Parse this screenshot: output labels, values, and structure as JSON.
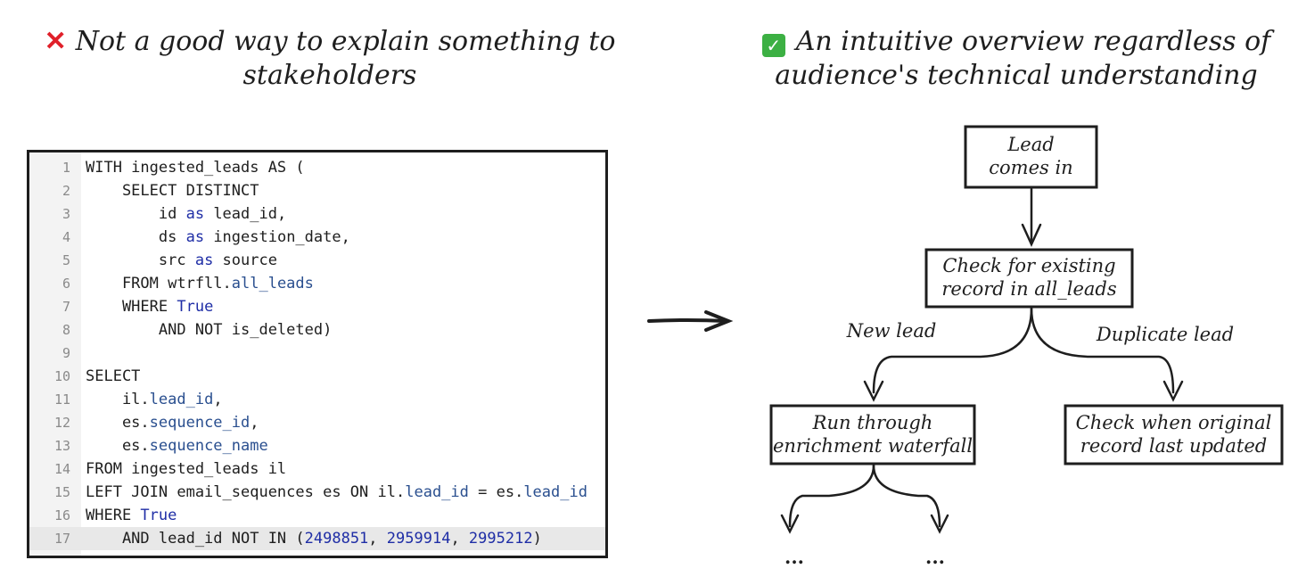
{
  "left_heading": {
    "icon": "cross-mark-icon",
    "text": "Not a good way to explain something to stakeholders"
  },
  "right_heading": {
    "icon": "check-mark-icon",
    "text": "An intuitive overview regardless of audience's technical understanding"
  },
  "code_lines": [
    {
      "n": "1",
      "text": "WITH ingested_leads AS ("
    },
    {
      "n": "2",
      "text": "    SELECT DISTINCT"
    },
    {
      "n": "3",
      "text": "        id as lead_id,"
    },
    {
      "n": "4",
      "text": "        ds as ingestion_date,"
    },
    {
      "n": "5",
      "text": "        src as source"
    },
    {
      "n": "6",
      "text": "    FROM wtrfll.all_leads"
    },
    {
      "n": "7",
      "text": "    WHERE True"
    },
    {
      "n": "8",
      "text": "        AND NOT is_deleted)"
    },
    {
      "n": "9",
      "text": ""
    },
    {
      "n": "10",
      "text": "SELECT"
    },
    {
      "n": "11",
      "text": "    il.lead_id,"
    },
    {
      "n": "12",
      "text": "    es.sequence_id,"
    },
    {
      "n": "13",
      "text": "    es.sequence_name"
    },
    {
      "n": "14",
      "text": "FROM ingested_leads il"
    },
    {
      "n": "15",
      "text": "LEFT JOIN email_sequences es ON il.lead_id = es.lead_id"
    },
    {
      "n": "16",
      "text": "WHERE True"
    },
    {
      "n": "17",
      "text": "    AND lead_id NOT IN (2498851, 2959914, 2995212)"
    }
  ],
  "flowchart": {
    "nodes": [
      {
        "id": "lead-comes-in",
        "lines": [
          "Lead",
          "comes in"
        ]
      },
      {
        "id": "check-existing",
        "lines": [
          "Check for existing",
          "record in all_leads"
        ]
      },
      {
        "id": "run-enrichment",
        "lines": [
          "Run through",
          "enrichment waterfall"
        ]
      },
      {
        "id": "check-original",
        "lines": [
          "Check when original",
          "record last updated"
        ]
      }
    ],
    "edge_labels": {
      "new_lead": "New lead",
      "duplicate_lead": "Duplicate lead"
    },
    "continuation": [
      "...",
      "..."
    ]
  }
}
